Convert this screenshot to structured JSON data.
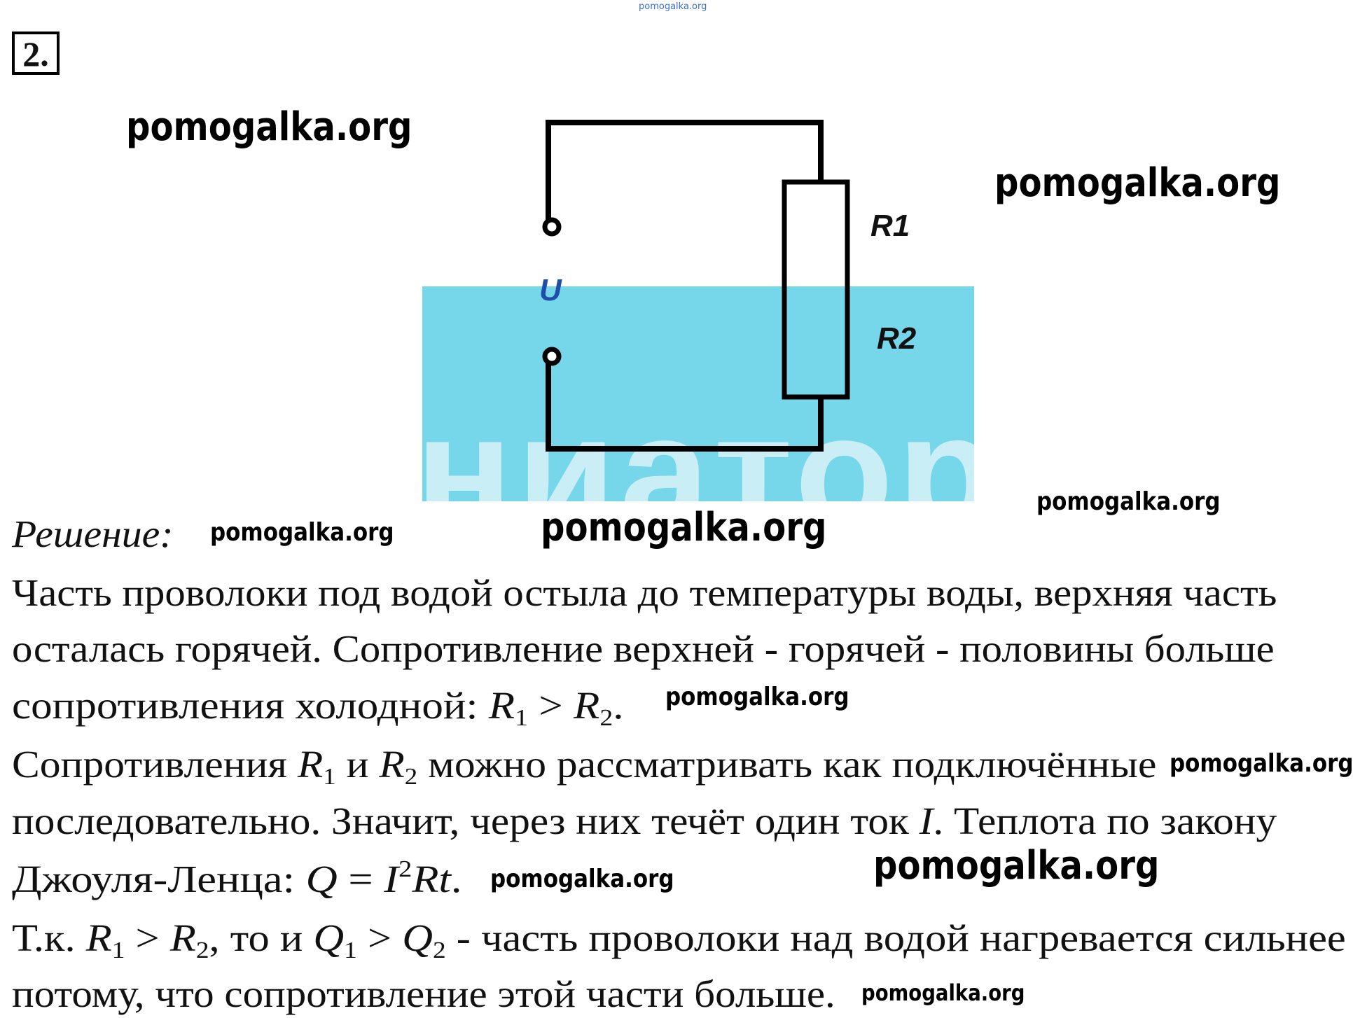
{
  "problem_number": "2.",
  "watermark_top": "pomogalka.org",
  "watermark": "pomogalka.org",
  "water_ghost_text": "ниатор",
  "circuit": {
    "r1": "R1",
    "r2": "R2",
    "u": "U",
    "water_color": "#77d7ea"
  },
  "solution_heading": "Решение:",
  "lines": [
    [
      {
        "t": "Часть проволоки под водой остыла до температуры воды, верхняя часть"
      }
    ],
    [
      {
        "t": "осталась горячей. Сопротивление верхней - горячей - половины больше"
      }
    ],
    [
      {
        "t": "сопротивления холодной: "
      },
      {
        "m": "R",
        "sub": "1"
      },
      {
        "t": " > "
      },
      {
        "m": "R",
        "sub": "2"
      },
      {
        "t": "."
      }
    ],
    [
      {
        "t": "Сопротивления "
      },
      {
        "m": "R",
        "sub": "1"
      },
      {
        "t": " и "
      },
      {
        "m": "R",
        "sub": "2"
      },
      {
        "t": " можно рассматривать как подключённые"
      }
    ],
    [
      {
        "t": "последовательно. Значит, через них течёт один ток "
      },
      {
        "m": "I"
      },
      {
        "t": ". Теплота по закону"
      }
    ],
    [
      {
        "t": "Джоуля-Ленца: "
      },
      {
        "m": "Q"
      },
      {
        "t": " = "
      },
      {
        "m": "I",
        "sup": "2"
      },
      {
        "m": "Rt"
      },
      {
        "t": "."
      }
    ],
    [
      {
        "t": "Т.к. "
      },
      {
        "m": "R",
        "sub": "1"
      },
      {
        "t": " > "
      },
      {
        "m": "R",
        "sub": "2"
      },
      {
        "t": ", то и "
      },
      {
        "m": "Q",
        "sub": "1"
      },
      {
        "t": " > "
      },
      {
        "m": "Q",
        "sub": "2"
      },
      {
        "t": " - часть проволоки над водой нагревается сильнее"
      }
    ],
    [
      {
        "t": "потому, что сопротивление этой части больше."
      }
    ]
  ]
}
